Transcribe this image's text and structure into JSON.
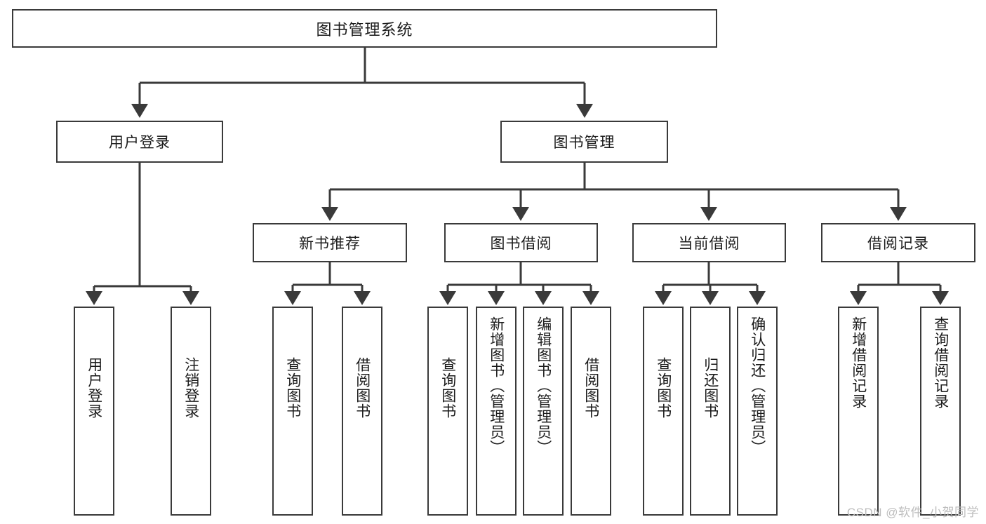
{
  "diagram": {
    "title": "图书管理系统",
    "type": "tree",
    "colors": {
      "box_border": "#3a3a3a",
      "box_fill": "#ffffff",
      "edge": "#3a3a3a",
      "text": "#1b1b1b",
      "watermark": "#bdbdbd",
      "background": "#ffffff"
    },
    "watermark": "CSDN @软件_小贺同学"
  },
  "nodes": {
    "root": {
      "label": "图书管理系统"
    },
    "level1": [
      {
        "id": "user-login",
        "label": "用户登录"
      },
      {
        "id": "book-manage",
        "label": "图书管理"
      }
    ],
    "level2": [
      {
        "id": "new-book-recommend",
        "label": "新书推荐"
      },
      {
        "id": "book-borrow",
        "label": "图书借阅"
      },
      {
        "id": "current-borrow",
        "label": "当前借阅"
      },
      {
        "id": "borrow-record",
        "label": "借阅记录"
      }
    ],
    "leaves": {
      "user_login": [
        {
          "id": "leaf-user-login",
          "label": "用户登录"
        },
        {
          "id": "leaf-logout",
          "label": "注销登录"
        }
      ],
      "new_book_recommend": [
        {
          "id": "leaf-query-book-1",
          "label": "查询图书"
        },
        {
          "id": "leaf-borrow-book-1",
          "label": "借阅图书"
        }
      ],
      "book_borrow": [
        {
          "id": "leaf-query-book-2",
          "label": "查询图书"
        },
        {
          "id": "leaf-add-book",
          "label": "新增图书（管理员）"
        },
        {
          "id": "leaf-edit-book",
          "label": "编辑图书（管理员）"
        },
        {
          "id": "leaf-borrow-book-2",
          "label": "借阅图书"
        }
      ],
      "current_borrow": [
        {
          "id": "leaf-query-book-3",
          "label": "查询图书"
        },
        {
          "id": "leaf-return-book",
          "label": "归还图书"
        },
        {
          "id": "leaf-confirm-return",
          "label": "确认归还（管理员）"
        }
      ],
      "borrow_record": [
        {
          "id": "leaf-add-record",
          "label": "新增借阅记录"
        },
        {
          "id": "leaf-query-record",
          "label": "查询借阅记录"
        }
      ]
    }
  }
}
